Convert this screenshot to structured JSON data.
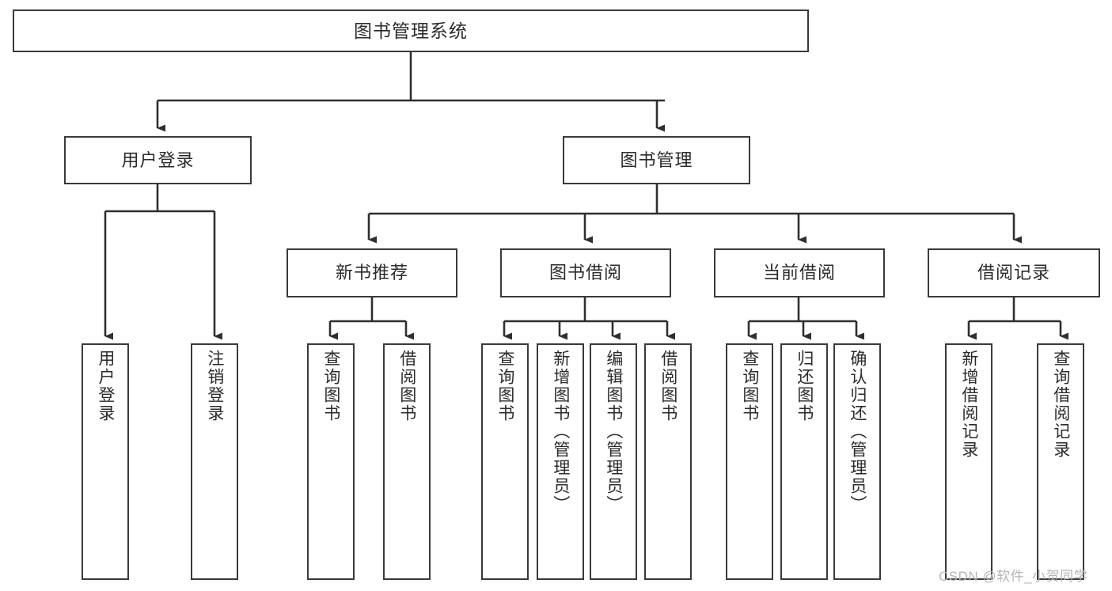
{
  "diagram": {
    "title": "图书管理系统",
    "type": "tree-hierarchy-chart",
    "watermark": "CSDN @软件_小贺同学",
    "colors": {
      "box_border": "#3a3a3a",
      "box_fill": "#ffffff",
      "edge": "#2f2f2f",
      "text": "#2b2b2b",
      "watermark": "#b4b4b4",
      "background": "#ffffff"
    },
    "root": {
      "label": "图书管理系统"
    },
    "level1": [
      {
        "label": "用户登录"
      },
      {
        "label": "图书管理"
      }
    ],
    "level2": [
      {
        "label": "新书推荐"
      },
      {
        "label": "图书借阅"
      },
      {
        "label": "当前借阅"
      },
      {
        "label": "借阅记录"
      }
    ],
    "leaves": {
      "user_login": [
        {
          "label": "用户登录"
        },
        {
          "label": "注销登录"
        }
      ],
      "new_book_recommend": [
        {
          "label": "查询图书"
        },
        {
          "label": "借阅图书"
        }
      ],
      "book_borrow": [
        {
          "label": "查询图书"
        },
        {
          "label": "新增图书（管理员）"
        },
        {
          "label": "编辑图书（管理员）"
        },
        {
          "label": "借阅图书"
        }
      ],
      "current_borrow": [
        {
          "label": "查询图书"
        },
        {
          "label": "归还图书"
        },
        {
          "label": "确认归还（管理员）"
        }
      ],
      "borrow_record": [
        {
          "label": "新增借阅记录"
        },
        {
          "label": "查询借阅记录"
        }
      ]
    }
  }
}
